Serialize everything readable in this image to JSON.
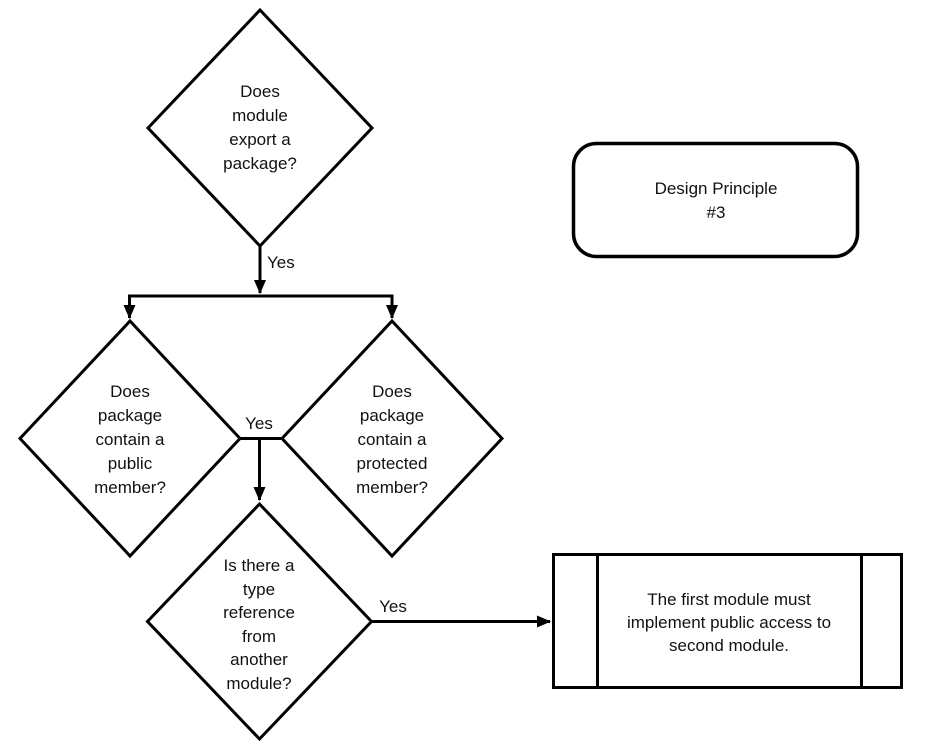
{
  "diagram": {
    "background_color": "#ffffff",
    "line_color": "#000000",
    "text_color": "#111111",
    "nodes": {
      "export_package": {
        "shape": "decision-diamond",
        "label": "Does\nmodule\nexport a\npackage?"
      },
      "public_member": {
        "shape": "decision-diamond",
        "label": "Does\npackage\ncontain a\npublic\nmember?"
      },
      "protected_member": {
        "shape": "decision-diamond",
        "label": "Does\npackage\ncontain a\nprotected\nmember?"
      },
      "type_reference": {
        "shape": "decision-diamond",
        "label": "Is there a\ntype\nreference\nfrom\nanother\nmodule?"
      },
      "design_principle": {
        "shape": "rounded-rectangle",
        "label": "Design Principle\n#3"
      },
      "public_access_action": {
        "shape": "predefined-process",
        "label": "The first module must\nimplement public access to\nsecond module."
      }
    },
    "edges": {
      "export_yes": {
        "label": "Yes"
      },
      "contains_yes": {
        "label": "Yes"
      },
      "reference_yes": {
        "label": "Yes"
      }
    }
  }
}
